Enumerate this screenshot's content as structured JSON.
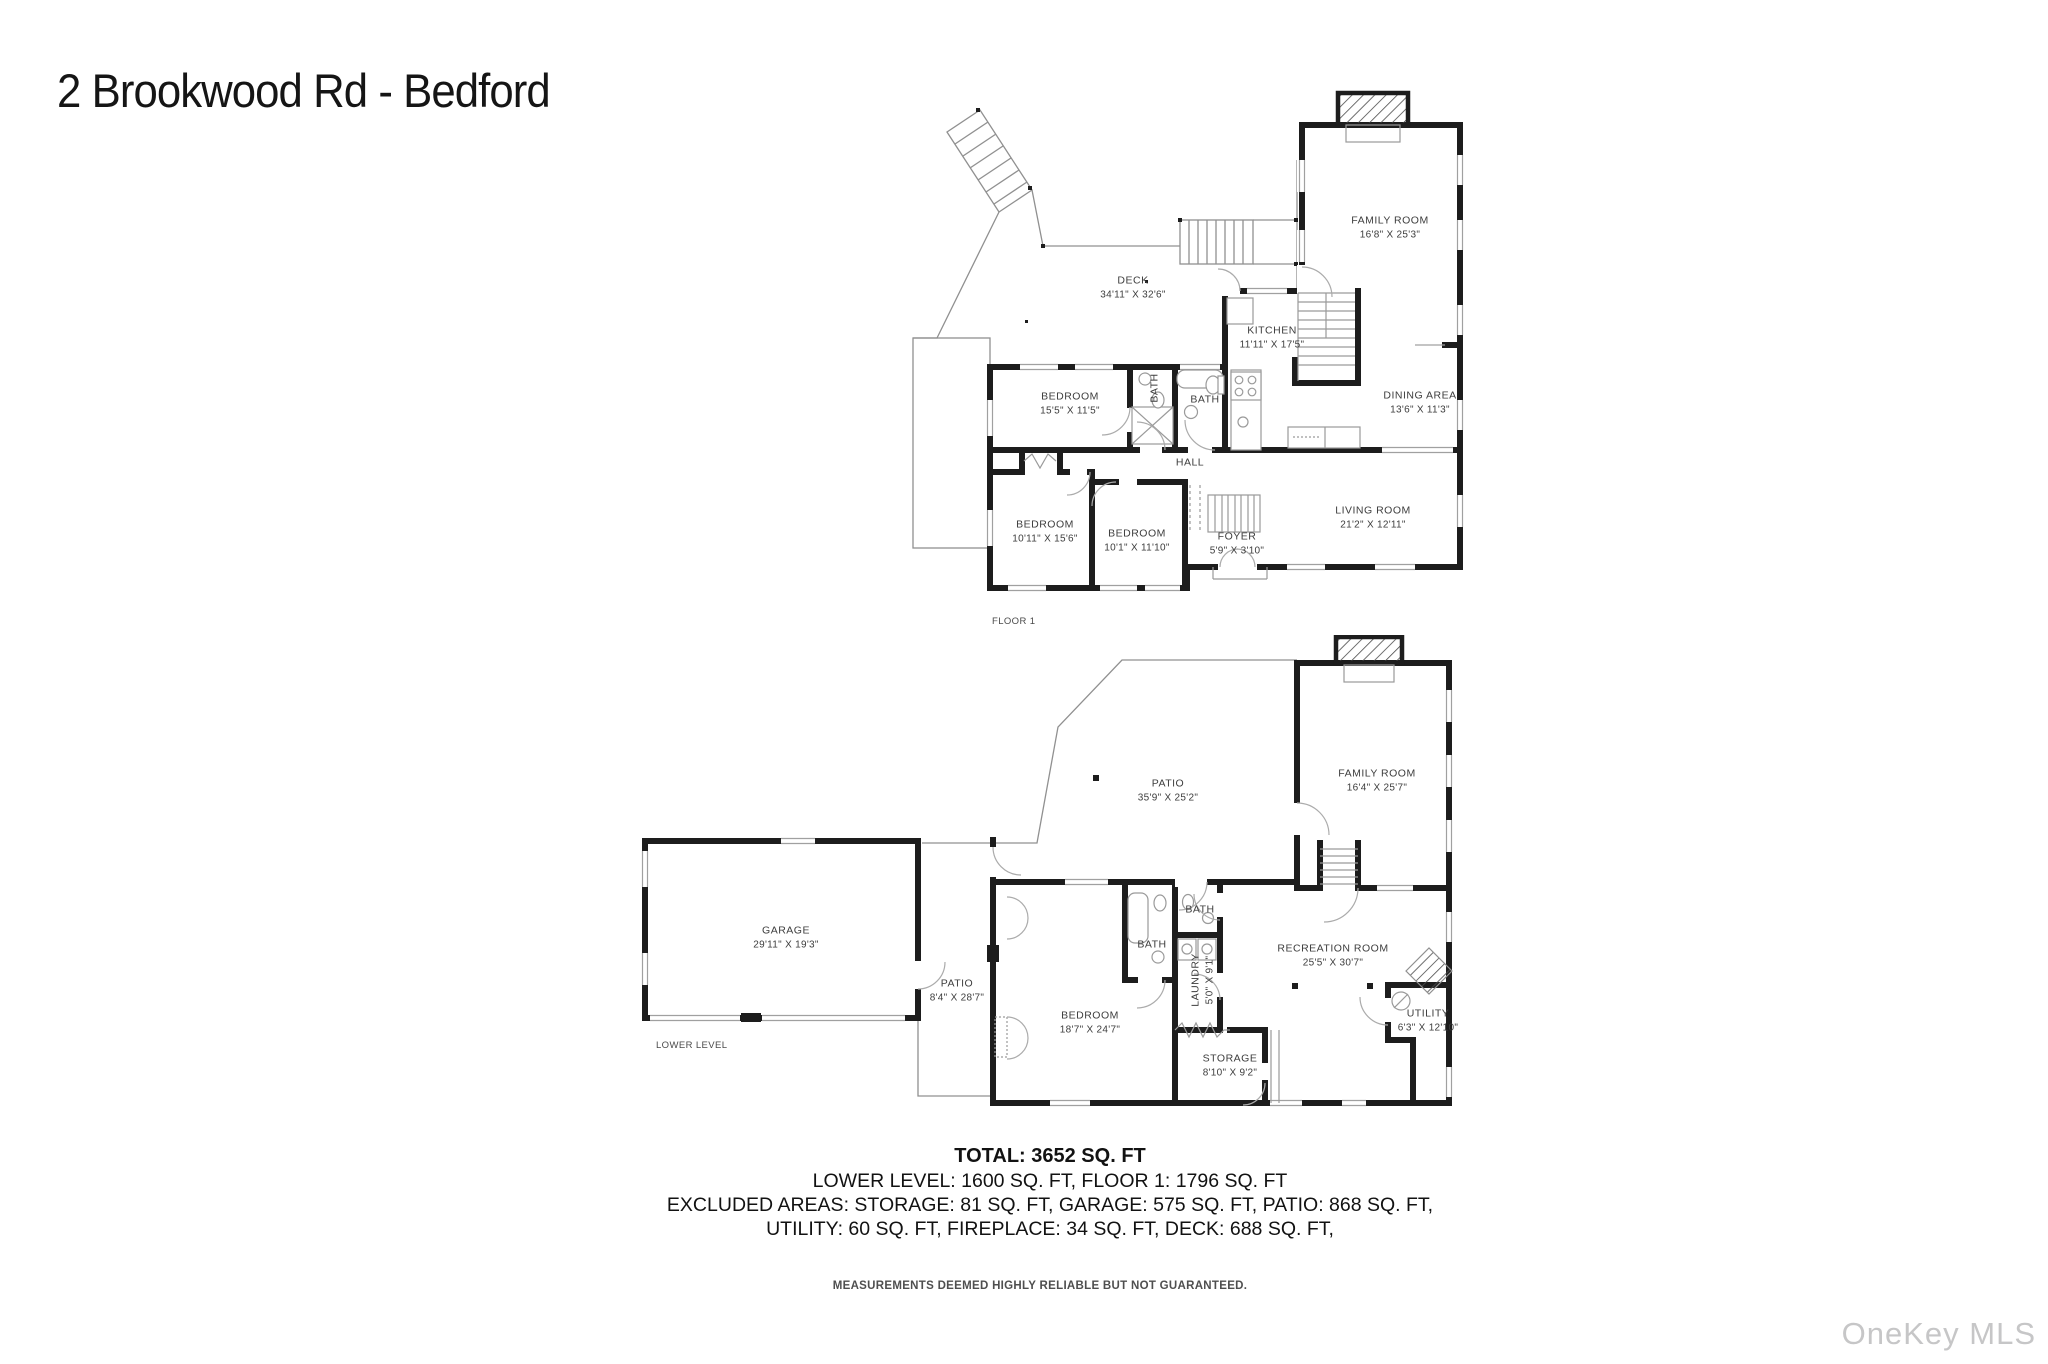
{
  "title": "2 Brookwood Rd - Bedford",
  "floor1": {
    "caption": "FLOOR 1",
    "rooms": {
      "deck": {
        "label": "DECK",
        "dims": "34'11\" X 32'6\""
      },
      "family_room": {
        "label": "FAMILY ROOM",
        "dims": "16'8\" X 25'3\""
      },
      "kitchen": {
        "label": "KITCHEN",
        "dims": "11'11\" X 17'5\""
      },
      "dining_area": {
        "label": "DINING AREA",
        "dims": "13'6\" X 11'3\""
      },
      "bedroom1": {
        "label": "BEDROOM",
        "dims": "15'5\" X 11'5\""
      },
      "bath1": {
        "label": "BATH"
      },
      "bath2": {
        "label": "BATH"
      },
      "hall": {
        "label": "HALL"
      },
      "bedroom2": {
        "label": "BEDROOM",
        "dims": "10'11\" X 15'6\""
      },
      "bedroom3": {
        "label": "BEDROOM",
        "dims": "10'1\" X 11'10\""
      },
      "foyer": {
        "label": "FOYER",
        "dims": "5'9\" X 3'10\""
      },
      "living_room": {
        "label": "LIVING ROOM",
        "dims": "21'2\" X 12'11\""
      }
    }
  },
  "lower_level": {
    "caption": "LOWER LEVEL",
    "rooms": {
      "patio_large": {
        "label": "PATIO",
        "dims": "35'9\" X 25'2\""
      },
      "family_room": {
        "label": "FAMILY ROOM",
        "dims": "16'4\" X 25'7\""
      },
      "garage": {
        "label": "GARAGE",
        "dims": "29'11\" X 19'3\""
      },
      "patio_small": {
        "label": "PATIO",
        "dims": "8'4\" X 28'7\""
      },
      "bedroom": {
        "label": "BEDROOM",
        "dims": "18'7\" X 24'7\""
      },
      "bath1": {
        "label": "BATH"
      },
      "bath2": {
        "label": "BATH"
      },
      "laundry": {
        "label": "LAUNDRY",
        "dims": "5'0\" X 9'1\""
      },
      "recreation_room": {
        "label": "RECREATION ROOM",
        "dims": "25'5\" X 30'7\""
      },
      "utility": {
        "label": "UTILITY",
        "dims": "6'3\" X 12'10\""
      },
      "storage": {
        "label": "STORAGE",
        "dims": "8'10\" X 9'2\""
      }
    }
  },
  "summary": {
    "total": "TOTAL: 3652 SQ. FT",
    "levels": "LOWER LEVEL: 1600 SQ. FT, FLOOR 1: 1796 SQ. FT",
    "excluded1": "EXCLUDED AREAS: STORAGE: 81 SQ. FT, GARAGE: 575 SQ. FT, PATIO: 868 SQ. FT,",
    "excluded2": "UTILITY: 60 SQ. FT, FIREPLACE: 34 SQ. FT, DECK: 688 SQ. FT,"
  },
  "disclaimer": "MEASUREMENTS DEEMED HIGHLY RELIABLE BUT NOT GUARANTEED.",
  "watermark": "OneKey MLS",
  "colors": {
    "wall": "#1d1d1d",
    "thin_line": "#909090",
    "label_text": "#3d3d3d",
    "watermark": "#c6c6c7"
  }
}
